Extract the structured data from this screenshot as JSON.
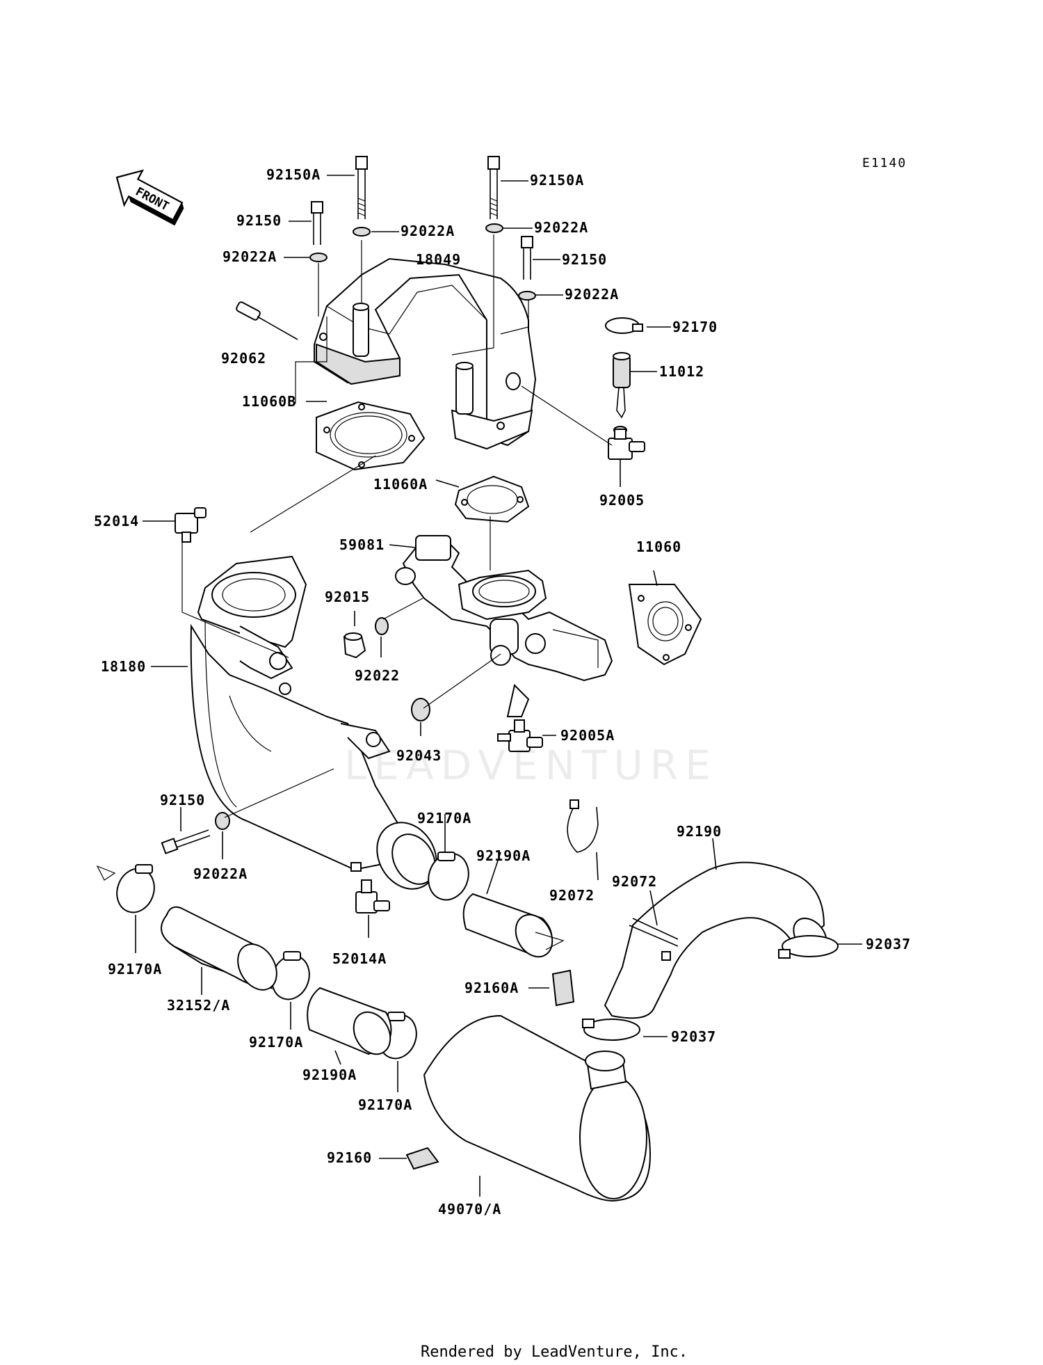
{
  "diagram": {
    "code": "E1140",
    "front_label": "FRONT",
    "watermark": "LEADVENTURE",
    "footer": "Rendered by LeadVenture, Inc.",
    "labels": [
      "92150A",
      "92150A",
      "92150",
      "92022A",
      "92022A",
      "92022A",
      "18049",
      "92150",
      "92022A",
      "92062",
      "92170",
      "11012",
      "11060B",
      "92005",
      "11060A",
      "52014",
      "59081",
      "11060",
      "92015",
      "18180",
      "92022",
      "92005A",
      "92043",
      "92150",
      "92170A",
      "92022A",
      "92190A",
      "92190",
      "92072",
      "92072",
      "92037",
      "92170A",
      "52014A",
      "32152/A",
      "92160A",
      "92170A",
      "92037",
      "92190A",
      "92170A",
      "92160",
      "49070/A"
    ]
  }
}
